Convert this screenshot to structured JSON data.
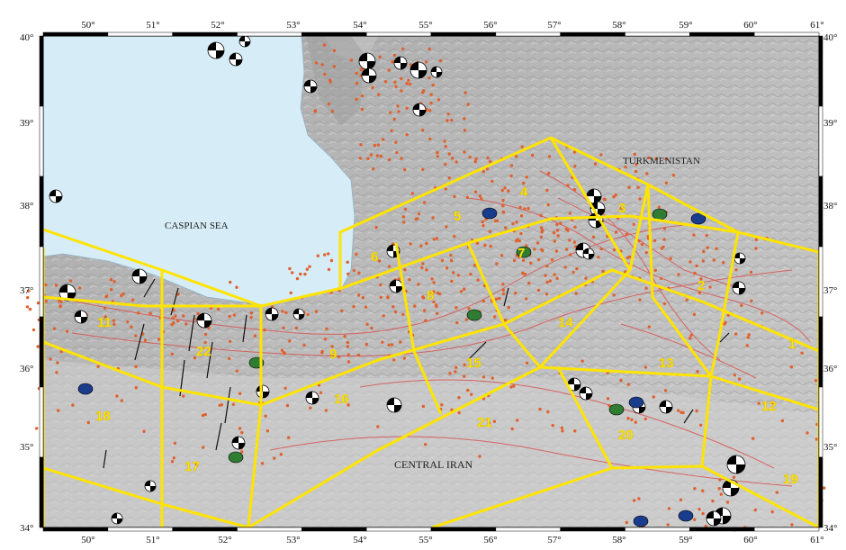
{
  "map": {
    "lon_labels": [
      "50°",
      "51°",
      "52°",
      "53°",
      "54°",
      "55°",
      "56°",
      "57°",
      "58°",
      "59°",
      "60°",
      "61°"
    ],
    "lat_labels_left": [
      "40°",
      "39°",
      "38°",
      "37°",
      "36°",
      "35°",
      "34°"
    ],
    "lat_labels_right": [
      "40°",
      "39°",
      "38°",
      "37°",
      "36°",
      "35°",
      "34°"
    ],
    "places": {
      "caspian": "CASPIAN SEA",
      "turkmenistan": "TURKMENISTAN",
      "central_iran": "CENTRAL IRAN"
    },
    "zones": [
      {
        "id": "z1",
        "label": "1"
      },
      {
        "id": "z2",
        "label": "2"
      },
      {
        "id": "z3",
        "label": "3"
      },
      {
        "id": "z4",
        "label": "4"
      },
      {
        "id": "z5",
        "label": "5"
      },
      {
        "id": "z6",
        "label": "6"
      },
      {
        "id": "z7",
        "label": "7"
      },
      {
        "id": "z8",
        "label": "8"
      },
      {
        "id": "z9",
        "label": "9"
      },
      {
        "id": "z11",
        "label": "11"
      },
      {
        "id": "z12",
        "label": "12"
      },
      {
        "id": "z13",
        "label": "13"
      },
      {
        "id": "z14",
        "label": "14"
      },
      {
        "id": "z15",
        "label": "15"
      },
      {
        "id": "z16",
        "label": "16"
      },
      {
        "id": "z17",
        "label": "17"
      },
      {
        "id": "z18",
        "label": "18"
      },
      {
        "id": "z19",
        "label": "19"
      },
      {
        "id": "z20",
        "label": "20"
      },
      {
        "id": "z21",
        "label": "21"
      },
      {
        "id": "z22",
        "label": "22"
      }
    ],
    "colors": {
      "sea": "#d6ecf7",
      "land": "#b4b4b4",
      "zone_boundary": "#ffe400",
      "seismicity": "#e0612d",
      "fault": "#d9534f"
    }
  }
}
